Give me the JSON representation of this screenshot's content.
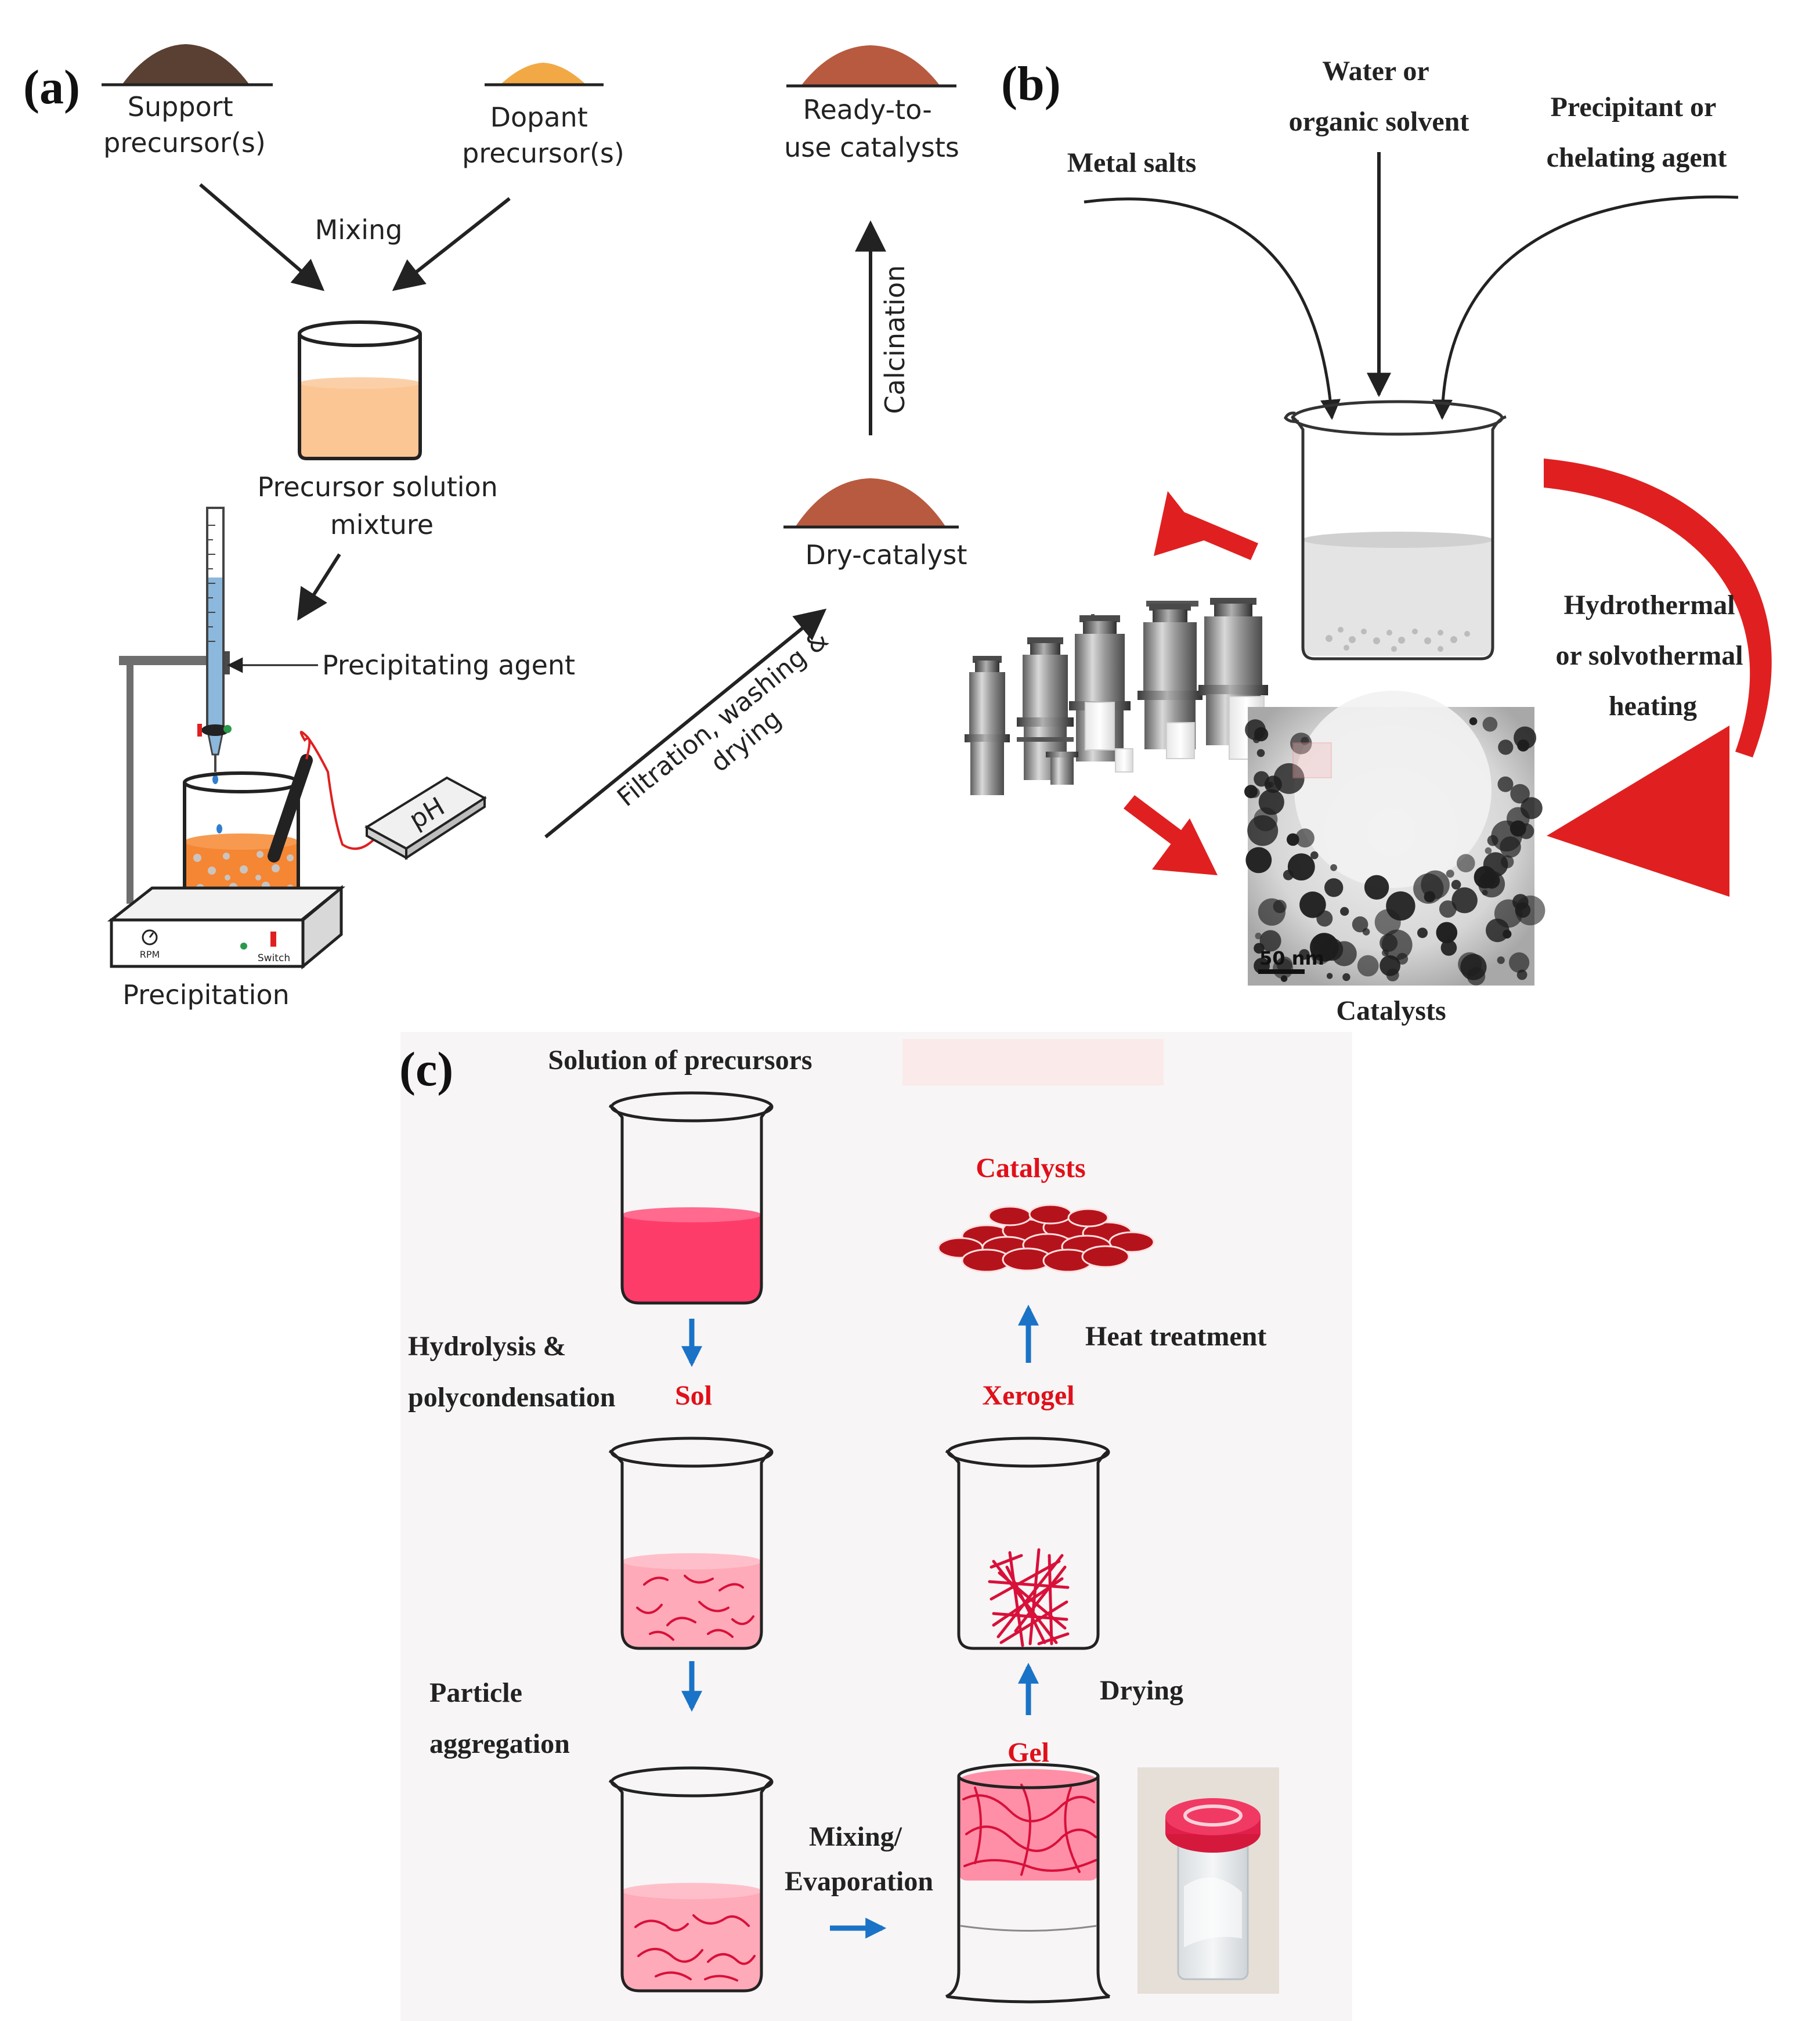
{
  "panel_a": {
    "label": "(a)",
    "support_precursor": [
      "Support",
      "precursor(s)"
    ],
    "dopant_precursor": [
      "Dopant",
      "precursor(s)"
    ],
    "mixing": "Mixing",
    "precursor_solution": [
      "Precursor solution",
      "mixture"
    ],
    "precipitating_agent": "Precipitating agent",
    "ph": "pH",
    "rpm": "RPM",
    "switch": "Switch",
    "precipitation": "Precipitation",
    "filtration": [
      "Filtration, washing &",
      "drying"
    ],
    "dry_catalyst": "Dry-catalyst",
    "calcination": "Calcination",
    "ready_catalysts": [
      "Ready-to-",
      "use catalysts"
    ]
  },
  "panel_b": {
    "label": "(b)",
    "metal_salts": "Metal salts",
    "solvent": [
      "Water or",
      "organic solvent"
    ],
    "precipitant": [
      "Precipitant or",
      "chelating agent"
    ],
    "heating": [
      "Hydrothermal",
      "or solvothermal",
      "heating"
    ],
    "scale_bar": "50 nm",
    "catalysts": "Catalysts"
  },
  "panel_c": {
    "label": "(c)",
    "solution": "Solution of precursors",
    "hydrolysis": [
      "Hydrolysis &",
      "polycondensation"
    ],
    "sol": "Sol",
    "particle_aggregation": [
      "Particle",
      "aggregation"
    ],
    "mixing_evaporation": [
      "Mixing/",
      "Evaporation"
    ],
    "gel": "Gel",
    "drying": "Drying",
    "xerogel": "Xerogel",
    "heat_treatment": "Heat treatment",
    "catalysts": "Catalysts"
  },
  "colors": {
    "ink": "#222222",
    "support_powder": "#5a4032",
    "dopant_powder": "#f2a945",
    "catalyst_powder": "#b85a3f",
    "precursor_liquid": "#fcc594",
    "burette_liquid": "#8bb8dc",
    "orange_slurry": "#f58634",
    "red_arrow": "#e02020",
    "sol_gel_pink": "#fe3c6a",
    "sol_light_pink": "#ffaab8",
    "red_label": "#e0101a",
    "blue_arrow": "#1a73c6",
    "panel_c_bg": "#f7f5f5"
  }
}
